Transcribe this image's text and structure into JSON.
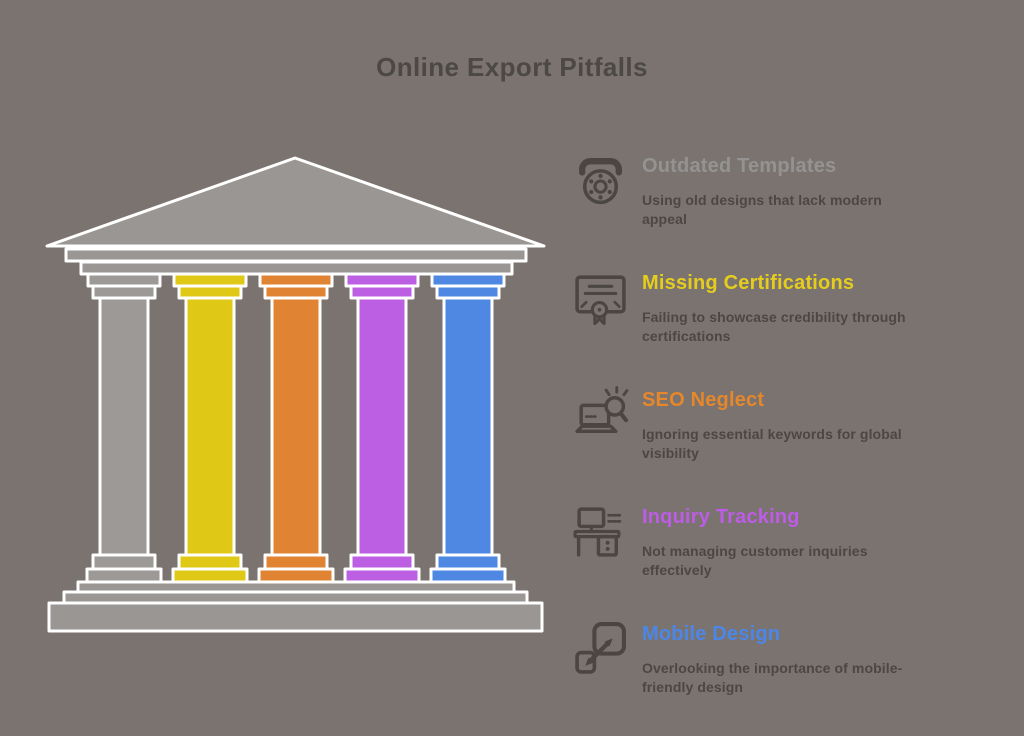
{
  "background_color": "#7b736f",
  "title": {
    "text": "Online Export Pitfalls",
    "color": "#4c4845"
  },
  "icon_color": "#4b4642",
  "body_text_color": "#4c4744",
  "illustration": {
    "label": "five-pillar-temple",
    "structure_color": "#999693",
    "outline_color": "#ffffff",
    "pillars": [
      {
        "name": "pillar-outdated-templates",
        "color": "#9c9996"
      },
      {
        "name": "pillar-missing-certifications",
        "color": "#e0c916"
      },
      {
        "name": "pillar-seo-neglect",
        "color": "#e08434"
      },
      {
        "name": "pillar-inquiry-tracking",
        "color": "#bd5fe3"
      },
      {
        "name": "pillar-mobile-design",
        "color": "#4e88e3"
      }
    ]
  },
  "items": [
    {
      "icon": "rotary-phone-icon",
      "title": "Outdated Templates",
      "title_color": "#949392",
      "description": "Using old designs that lack modern appeal"
    },
    {
      "icon": "certificate-icon",
      "title": "Missing Certifications",
      "title_color": "#e5cd1e",
      "description": "Failing to showcase credibility through certifications"
    },
    {
      "icon": "seo-search-icon",
      "title": "SEO Neglect",
      "title_color": "#e5872b",
      "description": "Ignoring essential keywords for global visibility"
    },
    {
      "icon": "desk-workstation-icon",
      "title": "Inquiry Tracking",
      "title_color": "#bd5ce6",
      "description": "Not managing customer inquiries effectively"
    },
    {
      "icon": "responsive-design-icon",
      "title": "Mobile Design",
      "title_color": "#4b87e8",
      "description": "Overlooking the importance of mobile-friendly design"
    }
  ]
}
